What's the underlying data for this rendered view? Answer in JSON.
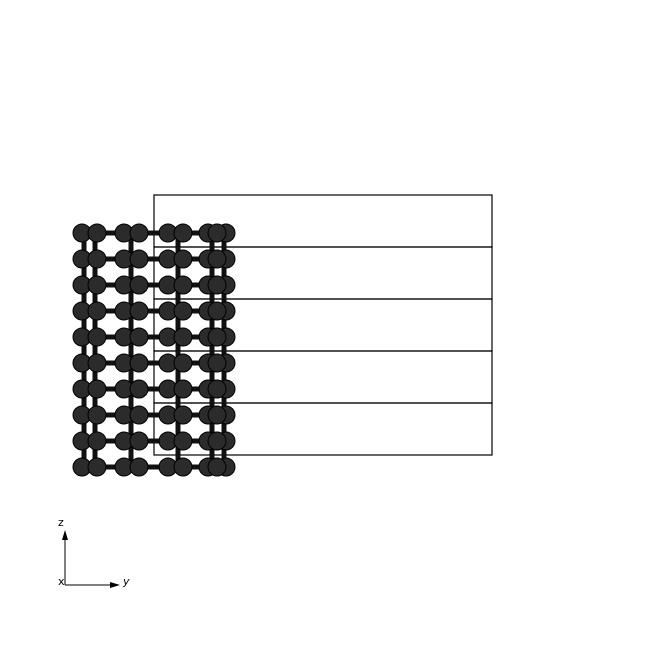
{
  "axes": {
    "z_label": "z",
    "x_label": "x",
    "y_label": "y"
  },
  "colors": {
    "background": "#ffffff",
    "atom_fill": "#2b2b2b",
    "atom_stroke": "#000000",
    "bond": "#111111",
    "cell_line": "#000000"
  },
  "structure": {
    "layers": 10,
    "columns_per_layer": 9,
    "cell_boxes": 5
  }
}
